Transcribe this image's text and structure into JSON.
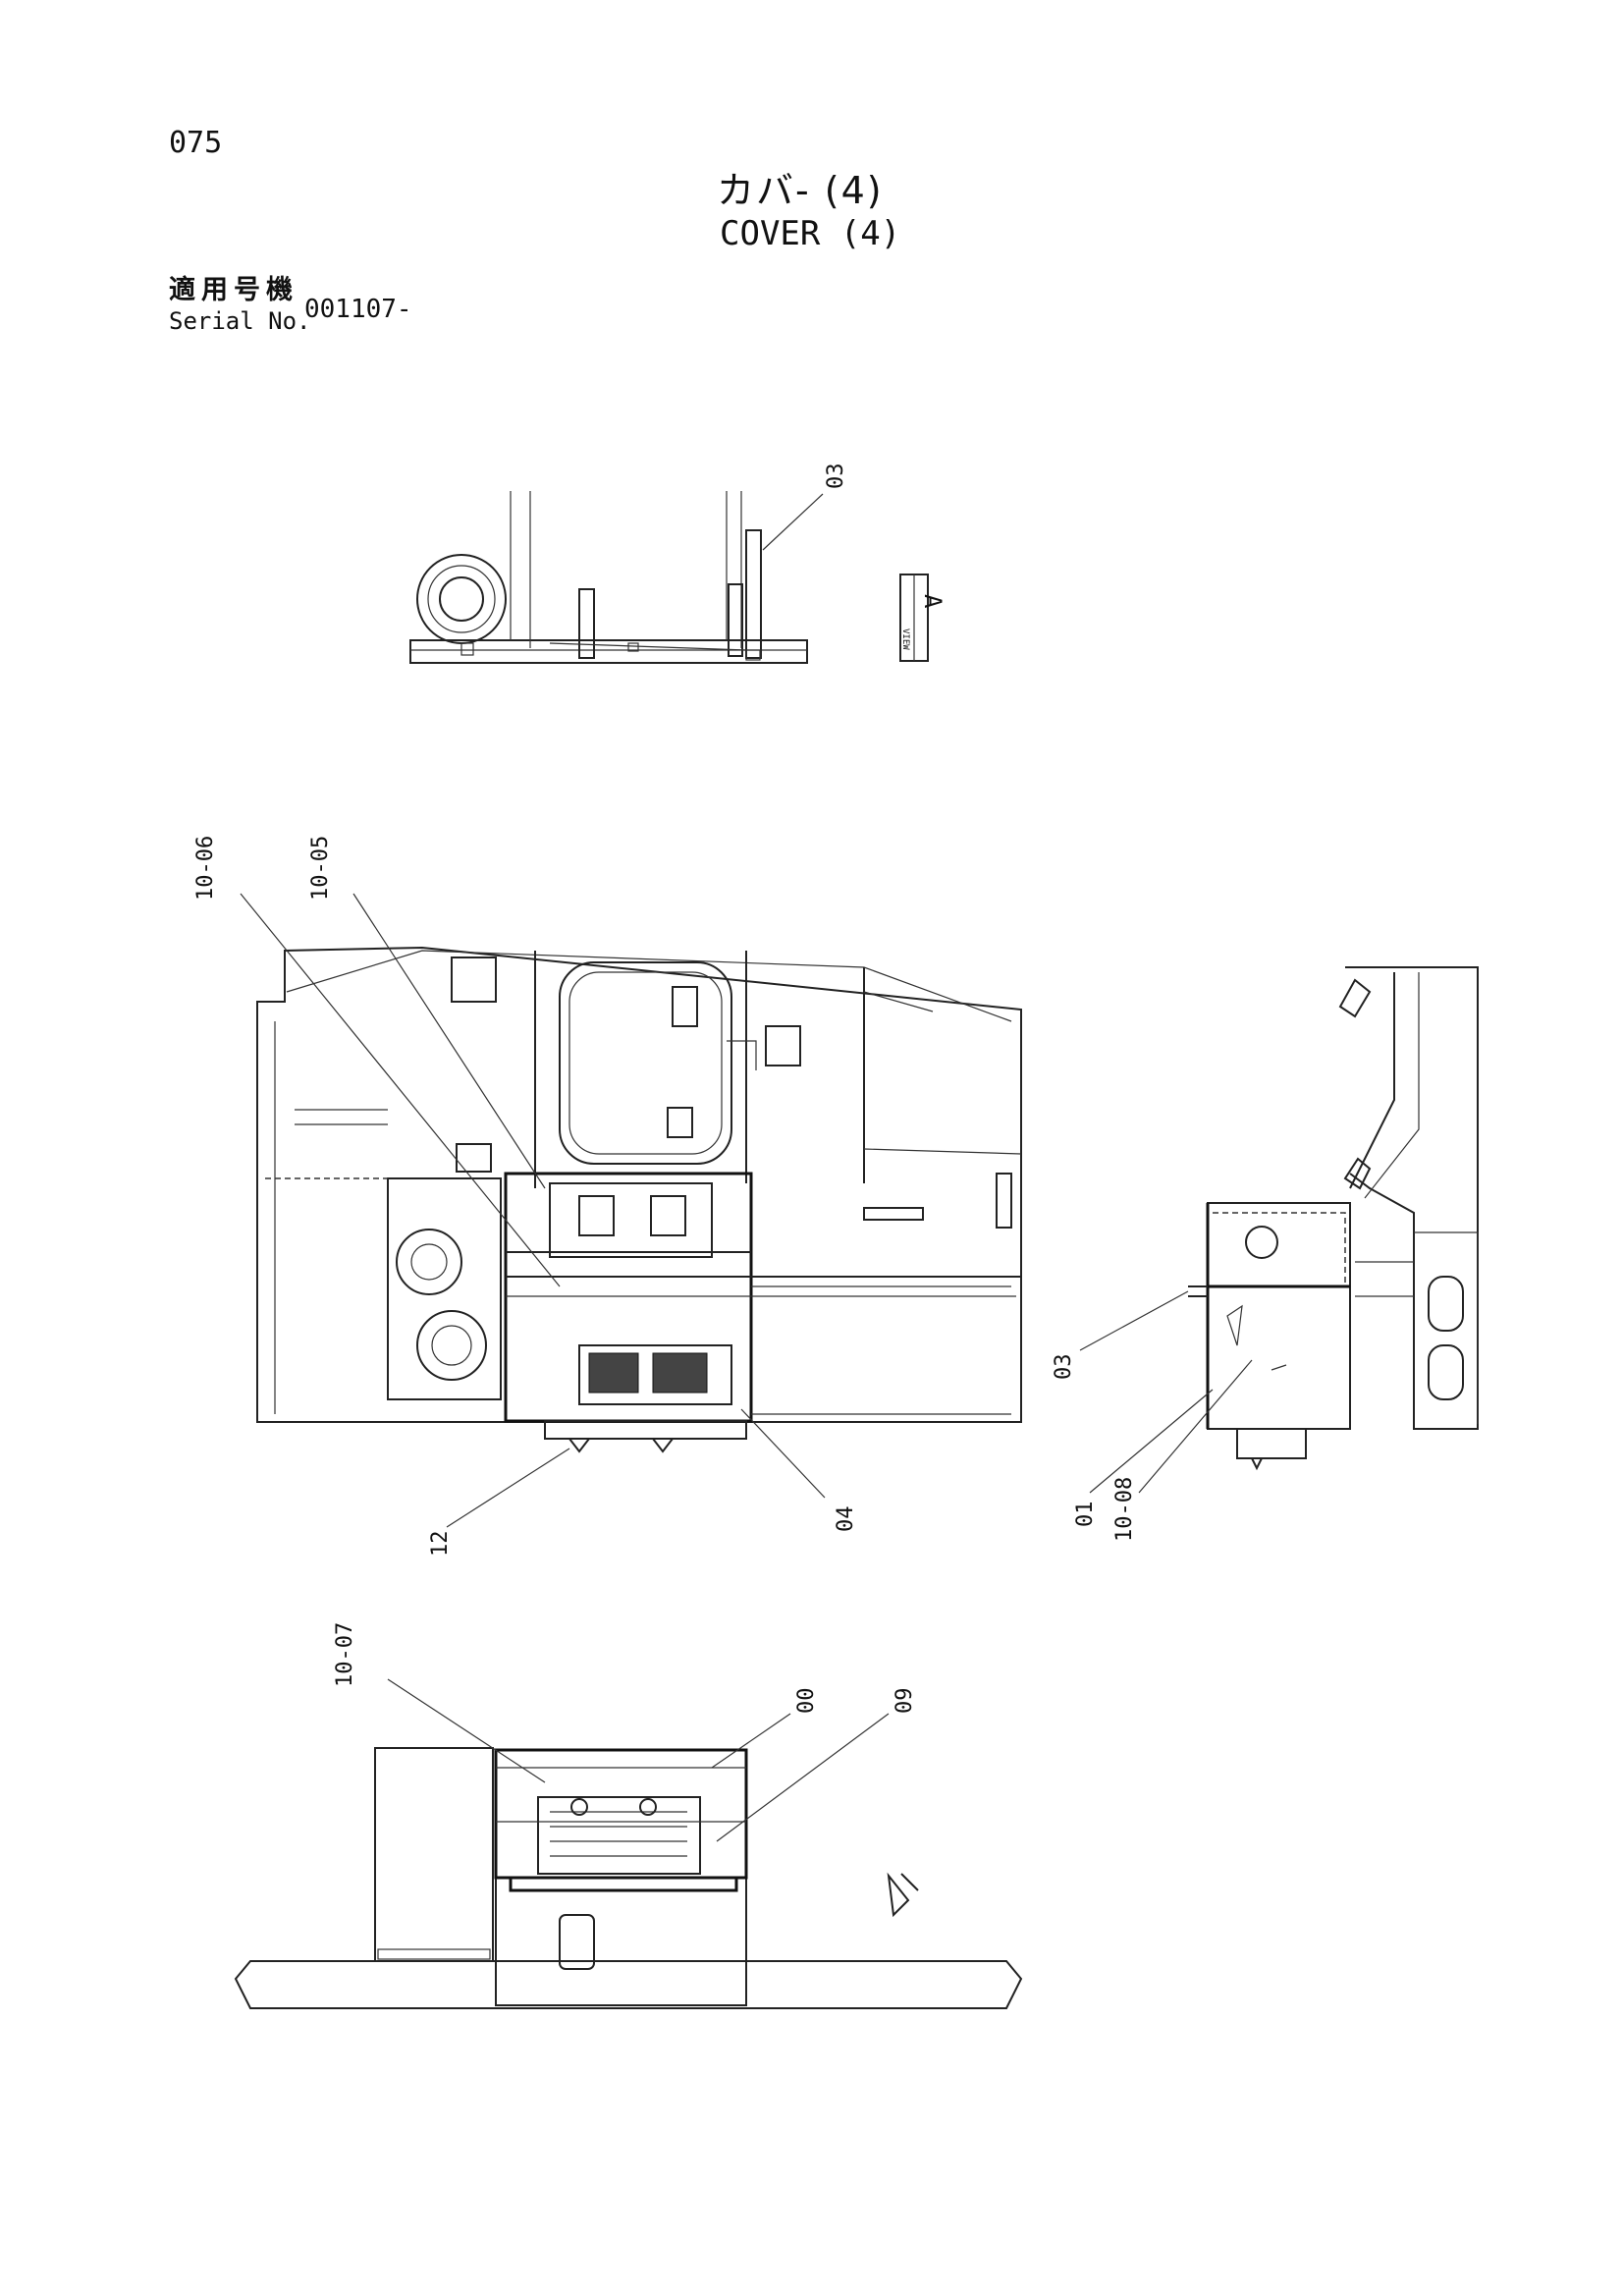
{
  "header": {
    "page_number": "075",
    "title_jp": "カバ- (4)",
    "title_en": "COVER (4)",
    "serial_label_jp": "適用号機",
    "serial_label_en": "Serial No.",
    "serial_value": "001107-"
  },
  "view_label": {
    "letter": "A",
    "sub": "VIEW"
  },
  "callouts": {
    "top_03": "03",
    "main_10_06": "10-06",
    "main_10_05": "10-05",
    "main_12": "12",
    "main_04": "04",
    "side_03": "03",
    "side_01": "01",
    "side_10_08": "10-08",
    "bottom_10_07": "10-07",
    "bottom_00": "00",
    "bottom_09": "09"
  }
}
